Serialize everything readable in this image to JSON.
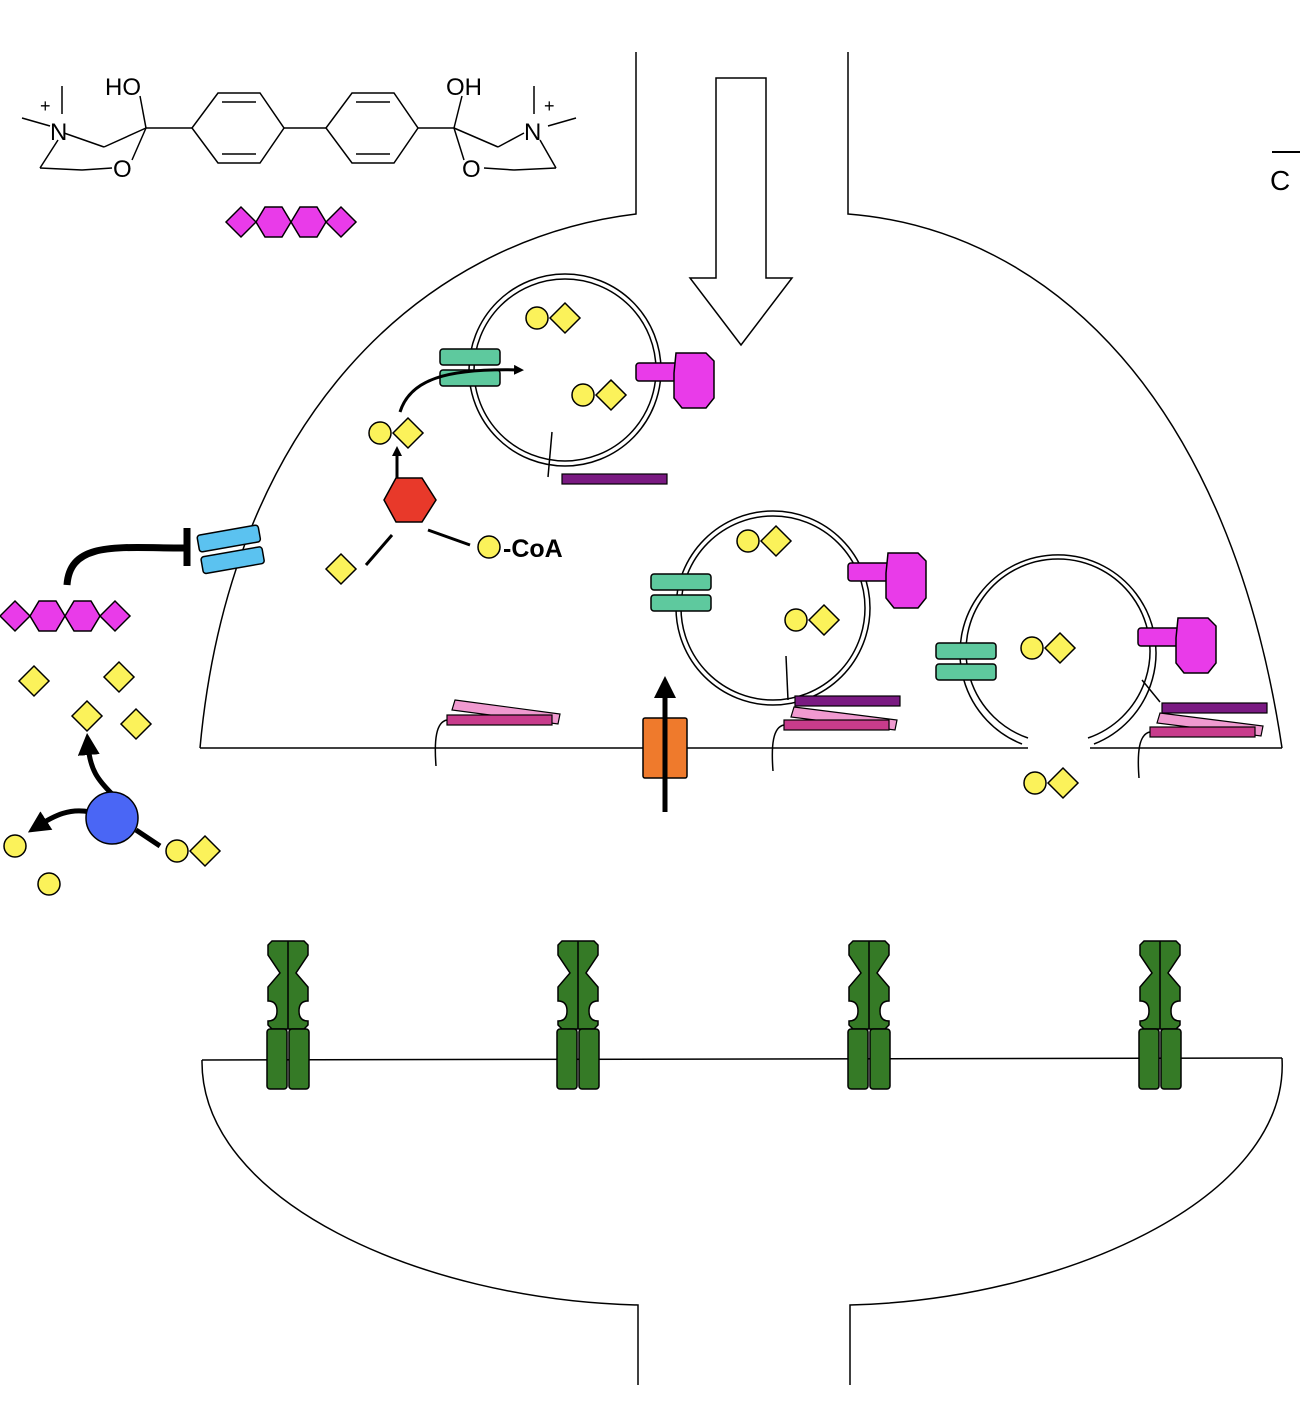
{
  "molecule": {
    "left_hydroxyl": "HO",
    "right_hydroxyl": "OH",
    "left_nitrogen": "N",
    "right_nitrogen": "N",
    "left_charge": "+",
    "right_charge": "+",
    "left_ring_oxygen": "O",
    "right_ring_oxygen": "O"
  },
  "labels": {
    "coa": "-CoA",
    "edge_letter": "C"
  },
  "colors": {
    "inhibitor_magenta": "#e93be9",
    "vesicle_transporter_teal": "#5ec99e",
    "autoreceptor_blue": "#5bc2f0",
    "synthesis_enzyme_red": "#e8392a",
    "degrading_enzyme_blue": "#4a66f5",
    "choline_transporter_orange": "#ef7a2c",
    "receptor_green": "#357a26",
    "snare_purple": "#7a1a82",
    "snare_pink": "#f09ad0",
    "snare_rose": "#c83c8c",
    "ligand_yellow": "#fbf25a"
  },
  "icons": [
    "vesamicol-chain-icon",
    "vesicular-transporter-icon",
    "autoreceptor-icon",
    "choline-acetyltransferase-icon",
    "acetylcholinesterase-icon",
    "choline-transporter-icon",
    "nicotinic-receptor-icon",
    "synaptic-vesicle-icon",
    "arrow-icon"
  ]
}
